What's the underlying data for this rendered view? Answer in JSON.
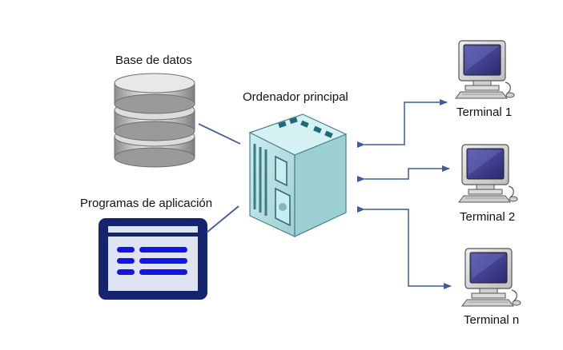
{
  "labels": {
    "database": "Base de datos",
    "applications": "Programas de aplicación",
    "mainframe": "Ordenador principal",
    "terminal_1": "Terminal 1",
    "terminal_2": "Terminal 2",
    "terminal_n": "Terminal n"
  },
  "icons": {
    "database": "database-icon",
    "applications": "application-window-icon",
    "mainframe": "mainframe-server-icon",
    "terminals": "desktop-computer-icon"
  },
  "colors": {
    "connector": "#3f5b9c",
    "database_body": "#c7c7c7",
    "window_frame": "#15246e",
    "window_bars": "#1414e6",
    "server_body": "#b5dfe3",
    "monitor_screen": "#3c3c8c"
  }
}
